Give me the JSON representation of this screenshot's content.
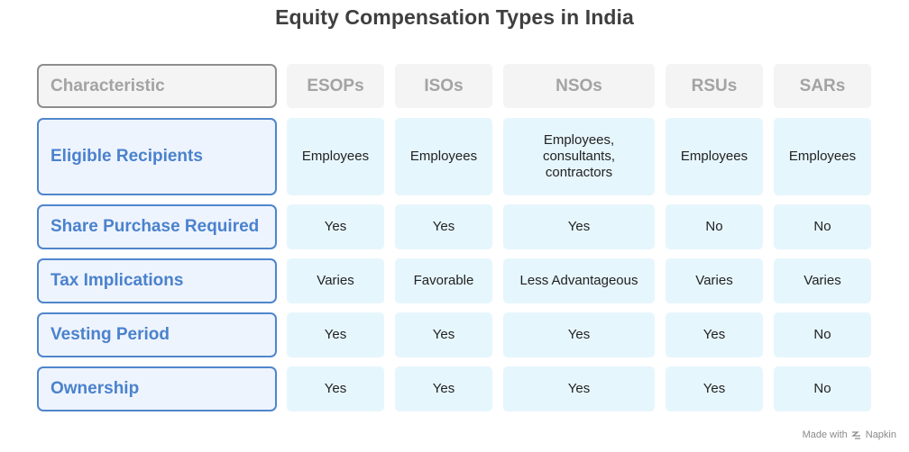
{
  "title": "Equity Compensation Types in India",
  "header": {
    "label": "Characteristic",
    "columns": [
      "ESOPs",
      "ISOs",
      "NSOs",
      "RSUs",
      "SARs"
    ]
  },
  "rows": [
    {
      "label": "Eligible Recipients",
      "values": [
        "Employees",
        "Employees",
        "Employees, consultants, contractors",
        "Employees",
        "Employees"
      ]
    },
    {
      "label": "Share Purchase Required",
      "values": [
        "Yes",
        "Yes",
        "Yes",
        "No",
        "No"
      ]
    },
    {
      "label": "Tax Implications",
      "values": [
        "Varies",
        "Favorable",
        "Less Advantageous",
        "Varies",
        "Varies"
      ]
    },
    {
      "label": "Vesting Period",
      "values": [
        "Yes",
        "Yes",
        "Yes",
        "Yes",
        "No"
      ]
    },
    {
      "label": "Ownership",
      "values": [
        "Yes",
        "Yes",
        "Yes",
        "Yes",
        "No"
      ]
    }
  ],
  "footer": {
    "prefix": "Made with",
    "brand": "Napkin",
    "icon": "napkin-logo-icon"
  },
  "colors": {
    "row_label_border": "#4f86cc",
    "row_label_text": "#4a82cc",
    "value_cell_bg": "#e6f6fd",
    "header_bg": "#f4f4f4"
  }
}
